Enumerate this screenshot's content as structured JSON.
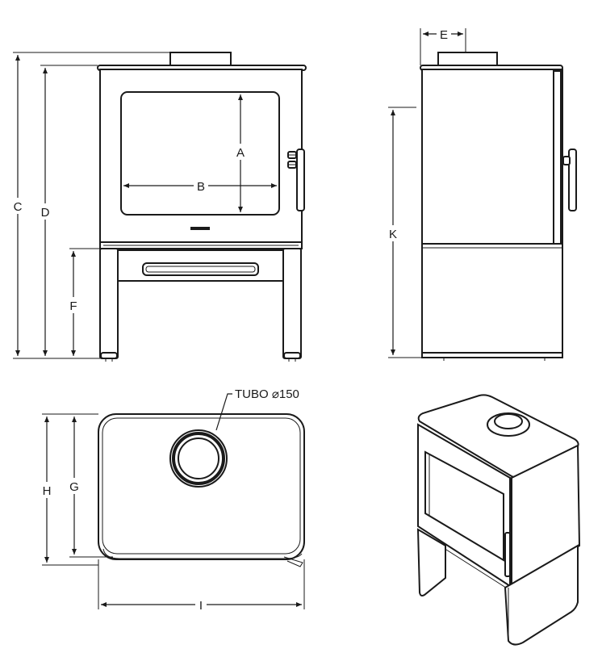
{
  "labels": {
    "A": "A",
    "B": "B",
    "C": "C",
    "D": "D",
    "E": "E",
    "F": "F",
    "G": "G",
    "H": "H",
    "I": "I",
    "K": "K"
  },
  "flue_label": "TUBO ⌀150"
}
